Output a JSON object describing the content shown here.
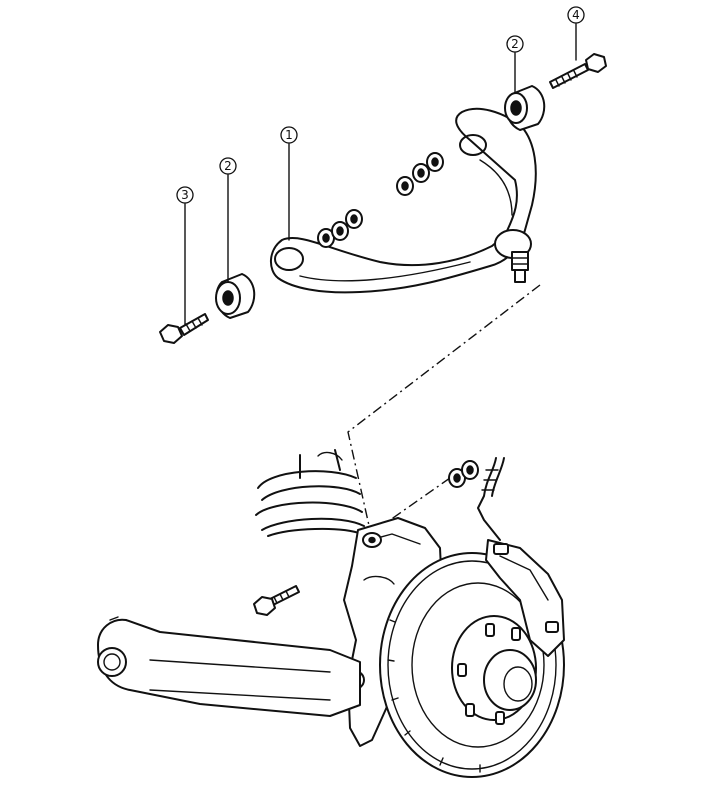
{
  "callouts": [
    {
      "id": "upper-arm",
      "label": "1"
    },
    {
      "id": "bushing-rear",
      "label": "2"
    },
    {
      "id": "bushing-front",
      "label": "2"
    },
    {
      "id": "bolt-front",
      "label": "3"
    },
    {
      "id": "bolt-rear",
      "label": "4"
    }
  ],
  "colors": {
    "line": "#111111",
    "background": "#ffffff"
  }
}
